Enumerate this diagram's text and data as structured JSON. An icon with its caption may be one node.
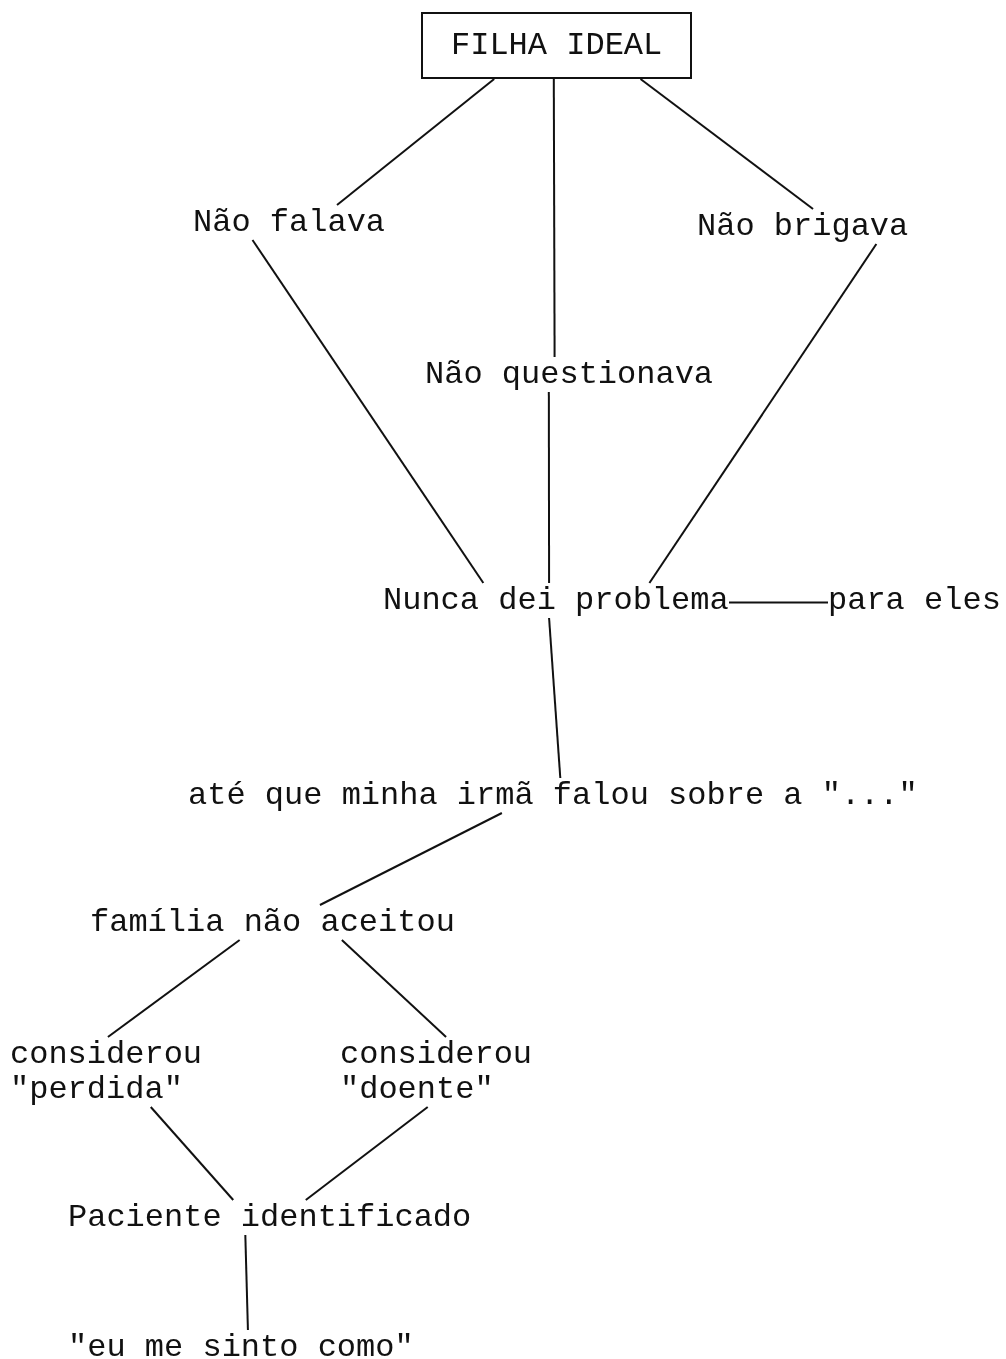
{
  "diagram": {
    "nodes": [
      {
        "text": [
          "FILHA IDEAL"
        ]
      },
      {
        "text": [
          "Não falava"
        ]
      },
      {
        "text": [
          "Não questionava"
        ]
      },
      {
        "text": [
          "Não brigava"
        ]
      },
      {
        "text": [
          "Nunca dei problema"
        ]
      },
      {
        "text": [
          "para eles"
        ]
      },
      {
        "text": [
          "até que minha irmã falou sobre a \"...\""
        ]
      },
      {
        "text": [
          "família não aceitou"
        ]
      },
      {
        "text": [
          "considerou \"perdida\""
        ]
      },
      {
        "text": [
          "considerou \"doente\""
        ]
      },
      {
        "text": [
          "Paciente identificado"
        ]
      },
      {
        "text": [
          "\"eu me sinto como\""
        ]
      }
    ],
    "edges": [
      {
        "from": 0,
        "to": 1,
        "arrow": "none"
      },
      {
        "from": 0,
        "to": 2,
        "arrow": "none"
      },
      {
        "from": 0,
        "to": 3,
        "arrow": "none"
      },
      {
        "from": 1,
        "to": 4,
        "arrow": "none"
      },
      {
        "from": 2,
        "to": 4,
        "arrow": "none"
      },
      {
        "from": 3,
        "to": 4,
        "arrow": "none"
      },
      {
        "from": 4,
        "to": 5,
        "arrow": "none"
      },
      {
        "from": 4,
        "to": 6,
        "arrow": "none"
      },
      {
        "from": 6,
        "to": 7,
        "arrow": "none"
      },
      {
        "from": 7,
        "to": 8,
        "arrow": "none"
      },
      {
        "from": 7,
        "to": 9,
        "arrow": "none"
      },
      {
        "from": 8,
        "to": 10,
        "arrow": "none"
      },
      {
        "from": 9,
        "to": 10,
        "arrow": "none"
      },
      {
        "from": 10,
        "to": 11,
        "arrow": "none"
      }
    ]
  }
}
